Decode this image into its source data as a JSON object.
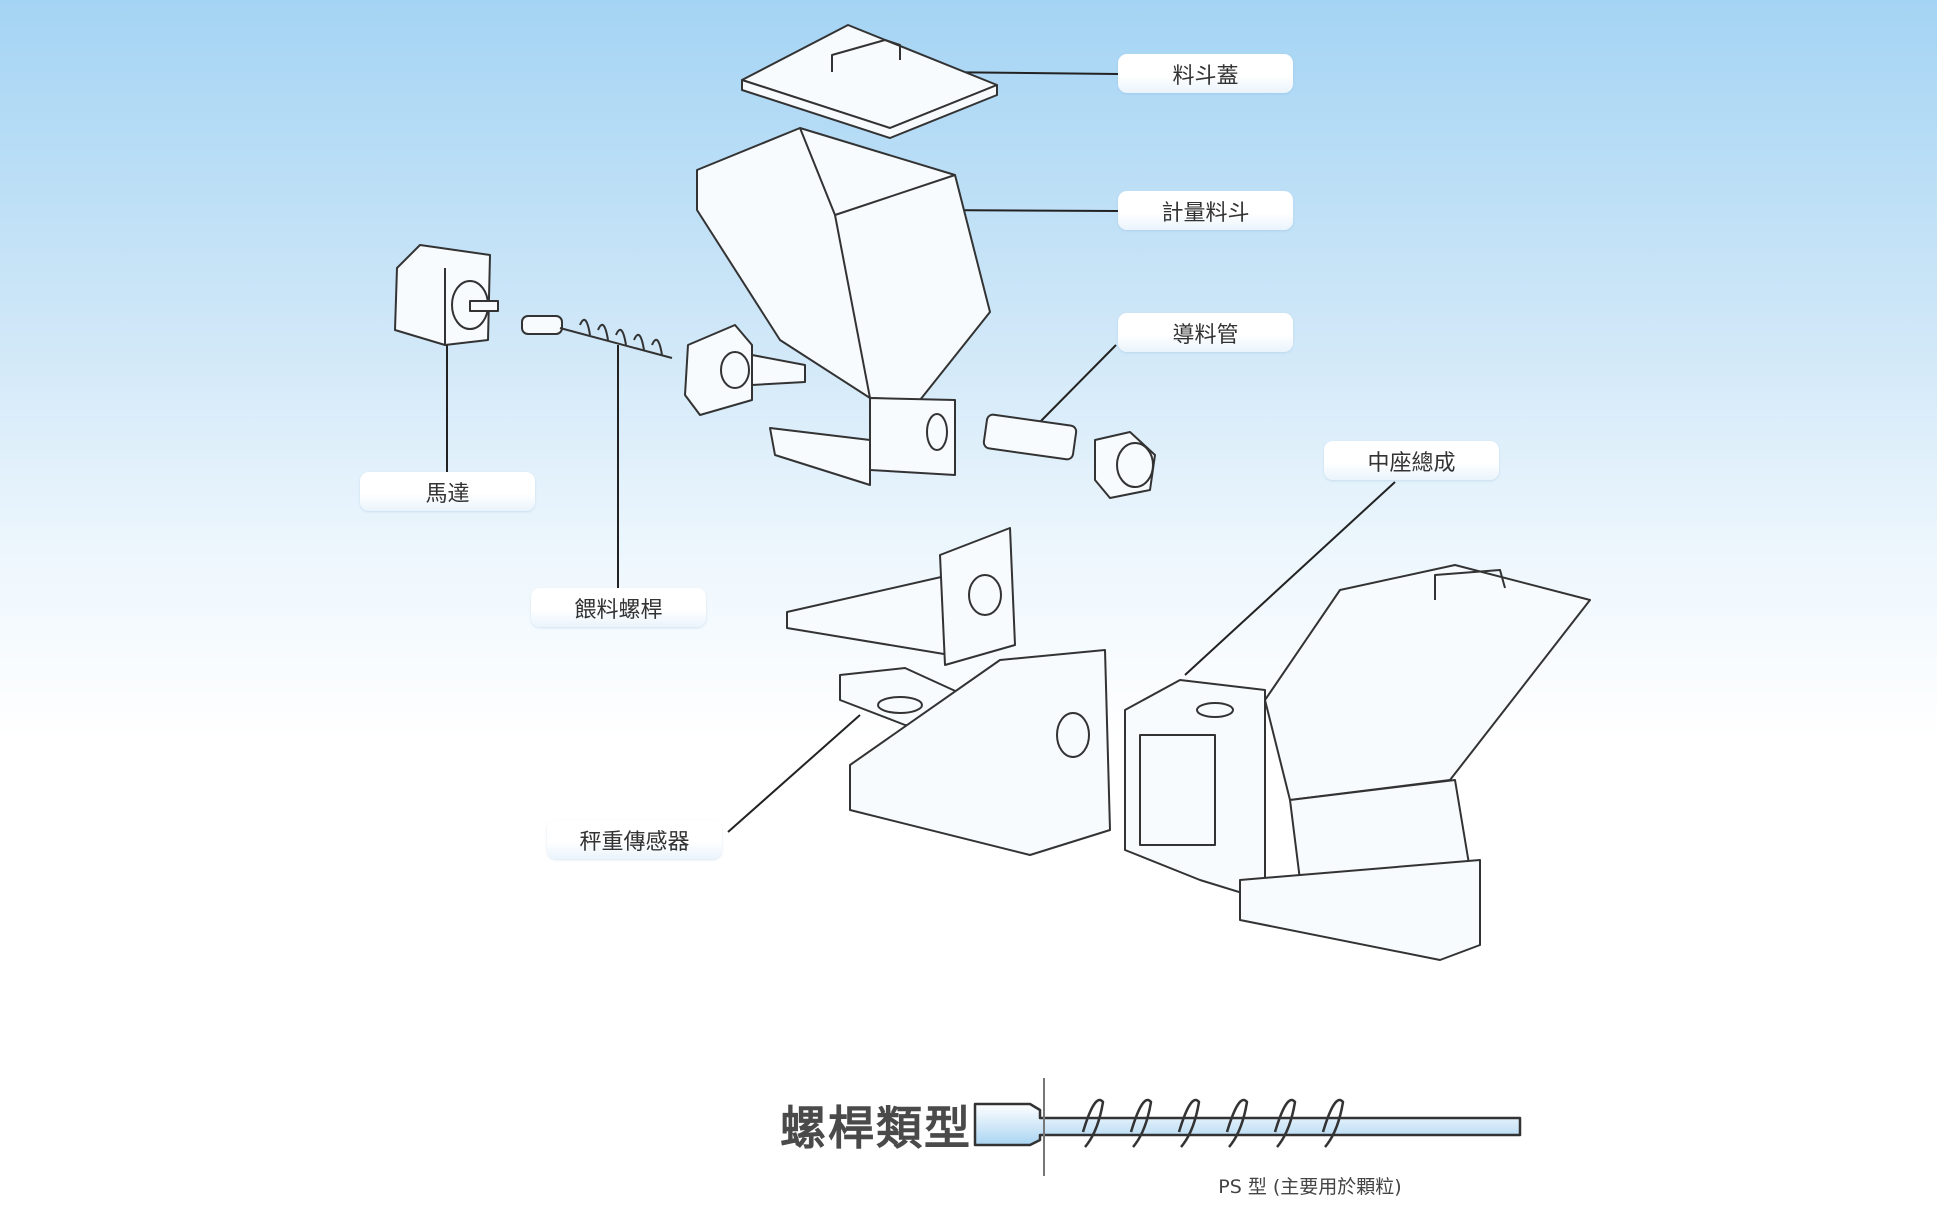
{
  "parts": {
    "hopper_lid": "料斗蓋",
    "metering_hopper": "計量料斗",
    "feed_tube": "導料管",
    "center_assembly": "中座總成",
    "motor": "馬達",
    "feed_screw": "餵料螺桿",
    "load_cell": "秤重傳感器"
  },
  "screw_types": {
    "title": "螺桿類型",
    "caption": "PS 型 (主要用於顆粒)"
  },
  "colors": {
    "accent": "#a4d4f4",
    "line": "#333333"
  }
}
